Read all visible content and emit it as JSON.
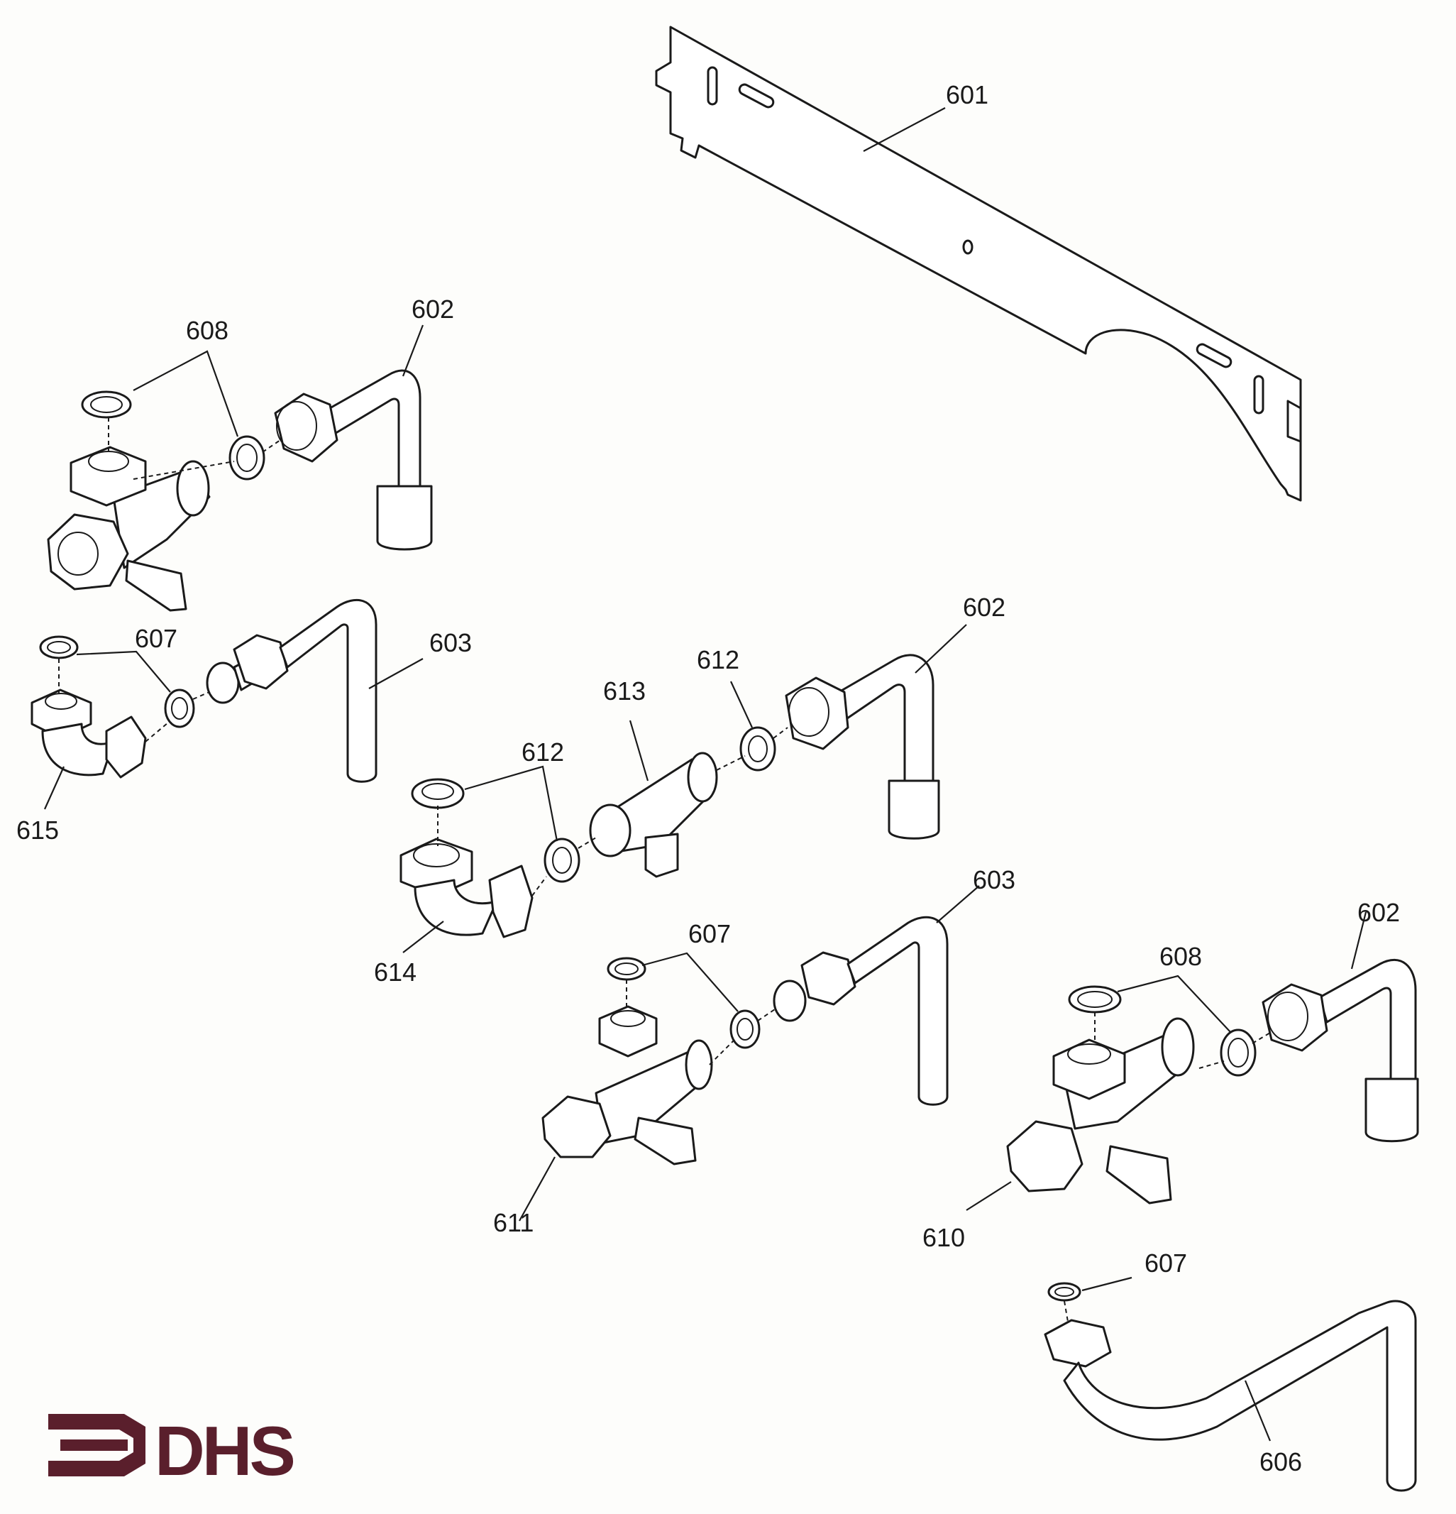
{
  "diagram": {
    "part_labels": [
      {
        "id": "601",
        "text": "601"
      },
      {
        "id": "602_a",
        "text": "602"
      },
      {
        "id": "608_a",
        "text": "608"
      },
      {
        "id": "607_a",
        "text": "607"
      },
      {
        "id": "603_a",
        "text": "603"
      },
      {
        "id": "615",
        "text": "615"
      },
      {
        "id": "602_b",
        "text": "602"
      },
      {
        "id": "612_a",
        "text": "612"
      },
      {
        "id": "613",
        "text": "613"
      },
      {
        "id": "612_b",
        "text": "612"
      },
      {
        "id": "614",
        "text": "614"
      },
      {
        "id": "603_b",
        "text": "603"
      },
      {
        "id": "607_b",
        "text": "607"
      },
      {
        "id": "602_c",
        "text": "602"
      },
      {
        "id": "608_b",
        "text": "608"
      },
      {
        "id": "611",
        "text": "611"
      },
      {
        "id": "610",
        "text": "610"
      },
      {
        "id": "607_c",
        "text": "607"
      },
      {
        "id": "606",
        "text": "606"
      }
    ]
  },
  "logo": {
    "text": "DHS",
    "color": "#5a1f2c",
    "icon": "arrow-icon"
  }
}
